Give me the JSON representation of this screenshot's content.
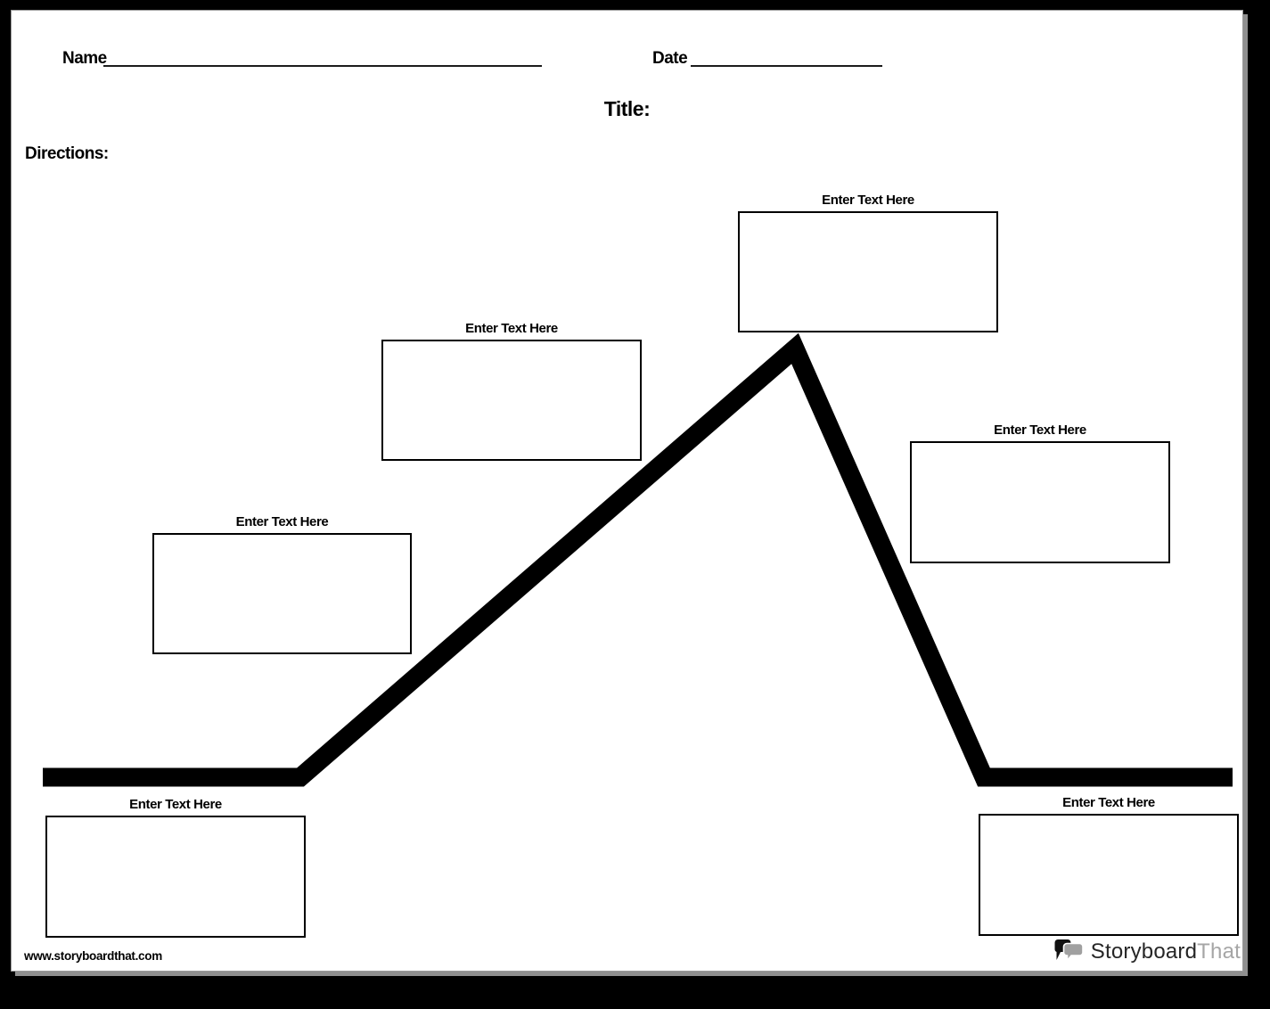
{
  "header": {
    "name_label": "Name",
    "date_label": "Date",
    "title_label": "Title:",
    "directions_label": "Directions:"
  },
  "boxes": [
    {
      "role": "exposition",
      "label": "Enter Text Here"
    },
    {
      "role": "rising-action-1",
      "label": "Enter Text Here"
    },
    {
      "role": "rising-action-2",
      "label": "Enter Text Here"
    },
    {
      "role": "climax",
      "label": "Enter Text Here"
    },
    {
      "role": "falling-action",
      "label": "Enter Text Here"
    },
    {
      "role": "resolution",
      "label": "Enter Text Here"
    }
  ],
  "footer": {
    "website": "www.storyboardthat.com",
    "logo_primary": "Storyboard",
    "logo_secondary": "That"
  },
  "colors": {
    "line": "#000000",
    "box_border": "#000000",
    "page_background": "#ffffff",
    "frame_background": "#000000",
    "page_shadow": "#8f8f8f",
    "logo_primary": "#262626",
    "logo_secondary": "#a6a6a6"
  }
}
